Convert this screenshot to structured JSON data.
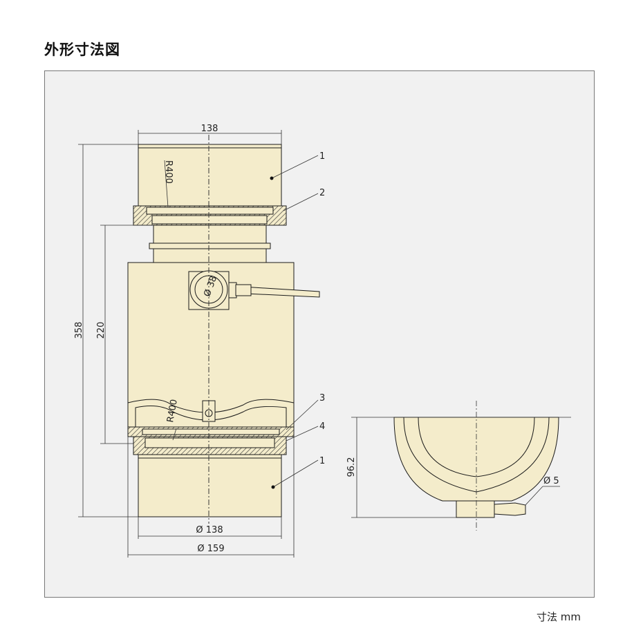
{
  "title": "外形寸法図",
  "unit_note": "寸法 mm",
  "dimensions": {
    "top_width": "138",
    "overall_height": "358",
    "inner_height": "220",
    "bottom_dia_138": "Ø 138",
    "bottom_dia_159": "Ø 159",
    "radius_top": "R400",
    "radius_bottom": "R400",
    "connector_dia": "Ø 38",
    "side_height": "96.2",
    "cable_dia": "Ø 5"
  },
  "part_labels": [
    "1",
    "2",
    "3",
    "4",
    "1"
  ],
  "colors": {
    "body_fill": "#f4eccb",
    "frame_bg": "#f1f1f1",
    "line": "#1a1a1a"
  }
}
